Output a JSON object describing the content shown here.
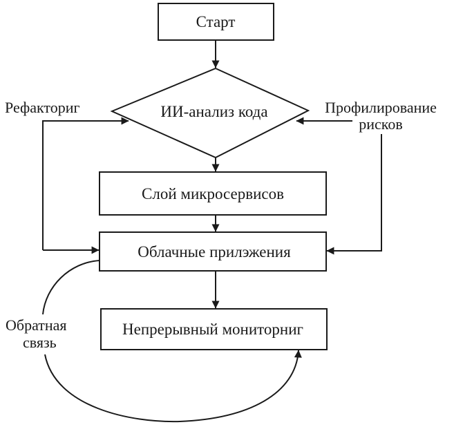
{
  "diagram": {
    "nodes": {
      "start": {
        "label": "Старт",
        "shape": "rectangle"
      },
      "ai_analysis": {
        "label": "ИИ-анализ кода",
        "shape": "diamond"
      },
      "microservices": {
        "label": "Слой микросервисов",
        "shape": "rectangle"
      },
      "cloud_apps": {
        "label": "Облачные прилэжения",
        "shape": "rectangle"
      },
      "monitoring": {
        "label": "Непрерывный мониторниг",
        "shape": "rectangle"
      }
    },
    "side_labels": {
      "refactoring": "Рефакториг",
      "risk_profiling_line1": "Профилирование",
      "risk_profiling_line2": "рисков",
      "feedback_line1": "Обратная",
      "feedback_line2": "связь"
    },
    "edges": [
      {
        "from": "start",
        "to": "ai_analysis"
      },
      {
        "from": "ai_analysis",
        "to": "microservices"
      },
      {
        "from": "microservices",
        "to": "cloud_apps"
      },
      {
        "from": "cloud_apps",
        "to": "monitoring"
      },
      {
        "from": "refactoring",
        "to": "ai_analysis"
      },
      {
        "from": "refactoring",
        "to": "cloud_apps"
      },
      {
        "from": "risk_profiling",
        "to": "ai_analysis"
      },
      {
        "from": "risk_profiling",
        "to": "cloud_apps"
      },
      {
        "from": "cloud_apps",
        "to": "monitoring",
        "label": "feedback",
        "style": "curved"
      }
    ],
    "colors": {
      "stroke": "#1a1a1a",
      "background": "#ffffff"
    }
  }
}
